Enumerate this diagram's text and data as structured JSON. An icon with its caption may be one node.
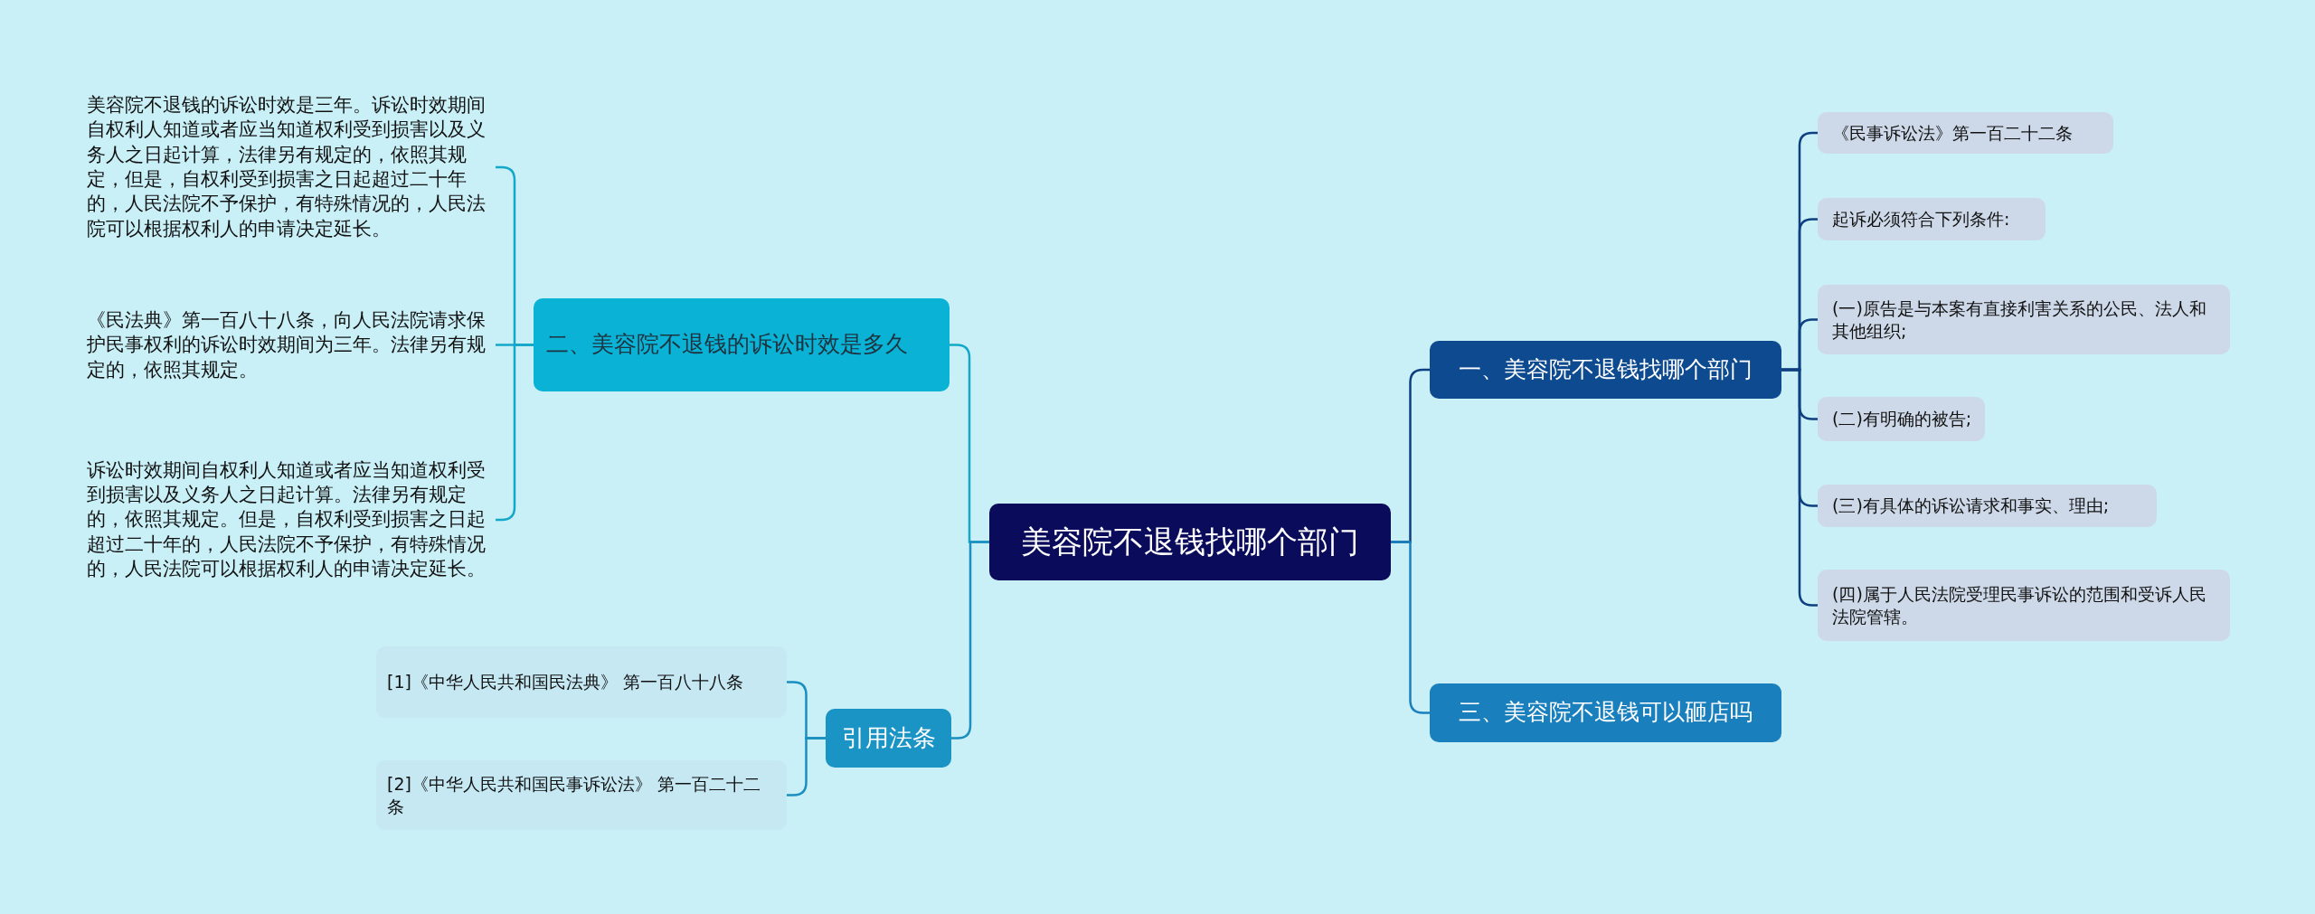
{
  "diagram": {
    "nodes": [
      {
        "text": [
          "美容院不退钱找哪个部门"
        ]
      },
      {
        "text": [
          "一、美容院不退钱找哪个部门"
        ]
      },
      {
        "text": [
          "三、美容院不退钱可以砸店吗"
        ]
      },
      {
        "text": [
          "二、美容院不退钱的诉讼时效是多久"
        ]
      },
      {
        "text": [
          "引用法条"
        ]
      },
      {
        "text": [
          "《民事诉讼法》第一百二十二条"
        ]
      },
      {
        "text": [
          "起诉必须符合下列条件:"
        ]
      },
      {
        "text": [
          "(一)原告是与本案有直接利害关系的公民、法人和其他组织;"
        ]
      },
      {
        "text": [
          "(二)有明确的被告;"
        ]
      },
      {
        "text": [
          "(三)有具体的诉讼请求和事实、理由;"
        ]
      },
      {
        "text": [
          "(四)属于人民法院受理民事诉讼的范围和受诉人民法院管辖。"
        ]
      },
      {
        "text": [
          "美容院不退钱的诉讼时效是三年。诉讼时效期间自权利人知道或者应当知道权利受到损害以及义务人之日起计算，法律另有规定的，依照其规定，但是，自权利受到损害之日起超过二十年的，人民法院不予保护，有特殊情况的，人民法院可以根据权利人的申请决定延长。"
        ]
      },
      {
        "text": [
          "《民法典》第一百八十八条，向人民法院请求保护民事权利的诉讼时效期间为三年。法律另有规定的，依照其规定。"
        ]
      },
      {
        "text": [
          "诉讼时效期间自权利人知道或者应当知道权利受到损害以及义务人之日起计算。法律另有规定的，依照其规定。但是，自权利受到损害之日起超过二十年的，人民法院不予保护，有特殊情况的，人民法院可以根据权利人的申请决定延长。"
        ]
      },
      {
        "text": [
          "[1]《中华人民共和国民法典》 第一百八十八条"
        ]
      },
      {
        "text": [
          "[2]《中华人民共和国民事诉讼法》 第一百二十二条"
        ]
      }
    ],
    "edges": [
      {
        "from": 0,
        "to": 1,
        "arrow": "none",
        "color": "#0e3f80"
      },
      {
        "from": 0,
        "to": 2,
        "arrow": "none",
        "color": "#1a7fbd"
      },
      {
        "from": 0,
        "to": 3,
        "arrow": "none",
        "color": "#14a8c8"
      },
      {
        "from": 0,
        "to": 4,
        "arrow": "none",
        "color": "#1a8fc0"
      },
      {
        "from": 1,
        "to": 5,
        "arrow": "none",
        "color": "#0e3f80"
      },
      {
        "from": 1,
        "to": 6,
        "arrow": "none",
        "color": "#0e3f80"
      },
      {
        "from": 1,
        "to": 7,
        "arrow": "none",
        "color": "#0e3f80"
      },
      {
        "from": 1,
        "to": 8,
        "arrow": "none",
        "color": "#0e3f80"
      },
      {
        "from": 1,
        "to": 9,
        "arrow": "none",
        "color": "#0e3f80"
      },
      {
        "from": 1,
        "to": 10,
        "arrow": "none",
        "color": "#0e3f80"
      },
      {
        "from": 3,
        "to": 11,
        "arrow": "none",
        "color": "#14a8c8"
      },
      {
        "from": 3,
        "to": 12,
        "arrow": "none",
        "color": "#14a8c8"
      },
      {
        "from": 3,
        "to": 13,
        "arrow": "none",
        "color": "#14a8c8"
      },
      {
        "from": 4,
        "to": 14,
        "arrow": "none",
        "color": "#1a8fc0"
      },
      {
        "from": 4,
        "to": 15,
        "arrow": "none",
        "color": "#1a8fc0"
      }
    ]
  }
}
